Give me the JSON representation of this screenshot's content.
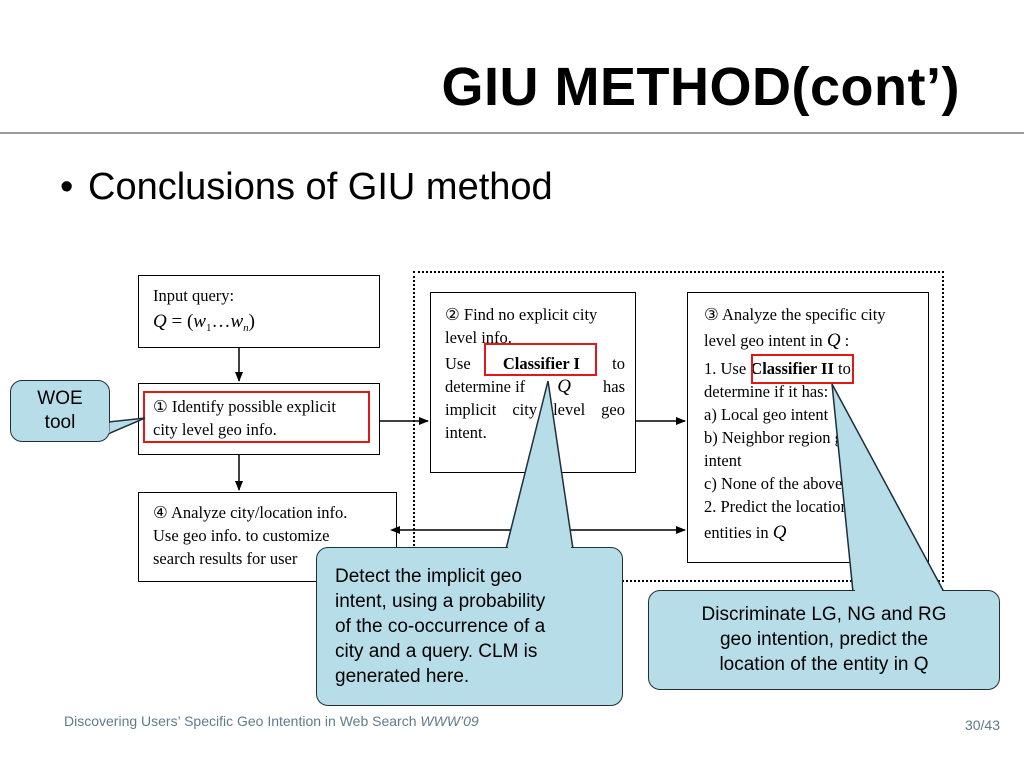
{
  "slide": {
    "title": "GIU METHOD(cont’)",
    "bullet_marker": "•",
    "bullet": "Conclusions of GIU method"
  },
  "flow": {
    "input": {
      "label": "Input query:",
      "q": "Q",
      "eq": " = (",
      "w": "w",
      "sub1": "1",
      "dots": "…",
      "wn": "w",
      "subn": "n",
      "close": ")"
    },
    "step1": {
      "line1": "① Identify possible explicit",
      "line2": "city level geo info."
    },
    "step4": {
      "line1": "④ Analyze city/location info.",
      "line2": "Use geo info. to customize",
      "line3": "search results for user"
    },
    "step2": {
      "line1": "② Find no explicit city",
      "line2": "level info.",
      "line3_pre": "Use",
      "classifier": "Classifier I",
      "line3_post": "to",
      "line4_pre": "determine if",
      "q": "Q",
      "line4_post": "has",
      "line5": "implicit city level geo",
      "line6": "intent."
    },
    "step3": {
      "line1": "③ Analyze the specific city",
      "line2_pre": "level geo intent in",
      "q": "Q",
      "line2_post": ":",
      "line3_pre": "1. Use",
      "classifier": "Classifier II",
      "line3_post": "to",
      "line4": "determine if it has:",
      "line5": "a) Local geo intent",
      "line6": "b) Neighbor region geo",
      "line7": "intent",
      "line8": "c) None of the above",
      "line9": "2. Predict the location of",
      "line10_pre": "entities in",
      "q2": "Q"
    }
  },
  "callouts": {
    "woe": {
      "line1": "WOE",
      "line2": "tool"
    },
    "classifier1": {
      "line1": "Detect the implicit geo",
      "line2": "intent, using a probability",
      "line3": "of the co-occurrence of a",
      "line4": "city and a query. CLM is",
      "line5": "generated here."
    },
    "classifier2": {
      "line1": "Discriminate LG, NG and RG",
      "line2": "geo intention, predict the",
      "line3": "location of the entity in Q"
    }
  },
  "footer": {
    "text": "Discovering Users’ Specific Geo Intention in Web Search",
    "venue": "WWW’09",
    "page": "30/43"
  },
  "colors": {
    "highlight_red": "#e01818",
    "callout_fill": "#b7dde8",
    "footer_text": "#5f7c8c"
  }
}
